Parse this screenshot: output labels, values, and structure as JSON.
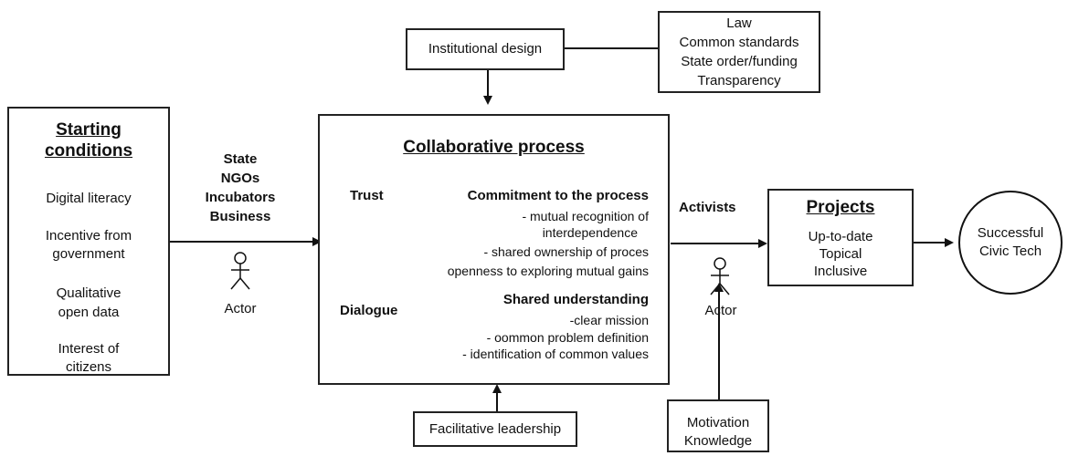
{
  "starting_conditions": {
    "title_line1": "Starting",
    "title_line2": "conditions",
    "items": [
      "Digital literacy",
      "Incentive from",
      "government",
      "Qualitative",
      "open data",
      "Interest of",
      "citizens"
    ]
  },
  "stakeholders": [
    "State",
    "NGOs",
    "Incubators",
    "Business"
  ],
  "actor_label": "Actor",
  "institutional_design": "Institutional design",
  "institutional_details": [
    "Law",
    "Common standards",
    "State order/funding",
    "Transparency"
  ],
  "collaborative": {
    "title": "Collaborative process",
    "trust": "Trust",
    "dialogue": "Dialogue",
    "commitment_title": "Commitment to the process",
    "commitment_items": [
      "- mutual recognition of",
      "interdependence",
      "- shared ownership of proces",
      "openness to exploring mutual gains"
    ],
    "understanding_title": "Shared understanding",
    "understanding_items": [
      "-clear mission",
      "- oommon problem definition",
      "- identification of common values"
    ]
  },
  "facilitative_leadership": "Facilitative leadership",
  "activists": "Activists",
  "projects": {
    "title": "Projects",
    "items": [
      "Up-to-date",
      "Topical",
      "Inclusive"
    ]
  },
  "motivation": [
    "Motivation",
    "Knowledge"
  ],
  "outcome": [
    "Successful",
    "Civic Tech"
  ]
}
